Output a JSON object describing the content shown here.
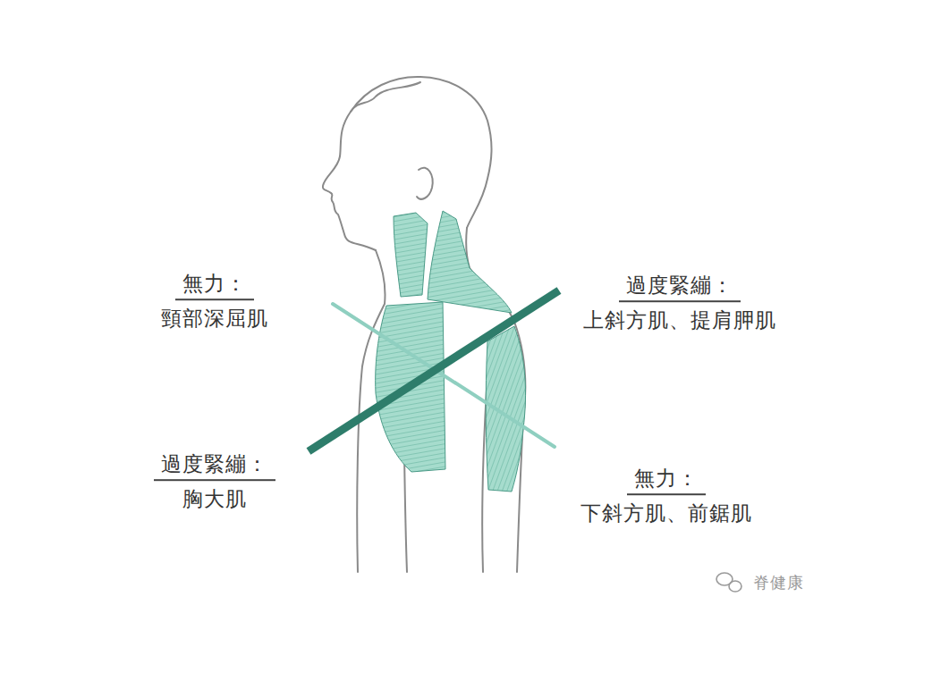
{
  "diagram": {
    "labels": [
      "無力：",
      "頸部深屈肌",
      "過度緊繃：",
      "上斜方肌、提肩胛肌",
      "過度緊繃：",
      "胸大肌",
      "無力：",
      "下斜方肌、前鋸肌",
      "脊健康"
    ]
  }
}
